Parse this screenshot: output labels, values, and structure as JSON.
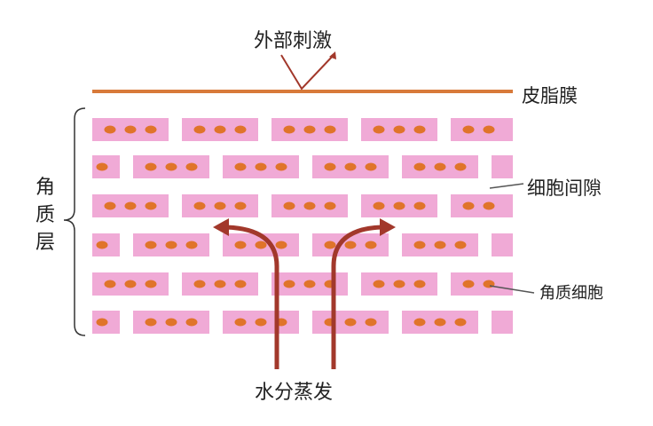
{
  "labels": {
    "external_stimulus": "外部刺激",
    "sebum_film": "皮脂膜",
    "intercellular_space": "细胞间隙",
    "stratum_corneum": "角质层",
    "corneocyte": "角质细胞",
    "water_evaporation": "水分蒸发"
  },
  "colors": {
    "cell_fill": "#f0aad6",
    "nucleus": "#e0742a",
    "sebum_line": "#d87a3a",
    "arrow": "#a2382b",
    "text": "#222222"
  },
  "icons": {
    "stimulus_arrow": "v-shaped-arrow",
    "evaporation_arrows": "curved-arrows"
  }
}
